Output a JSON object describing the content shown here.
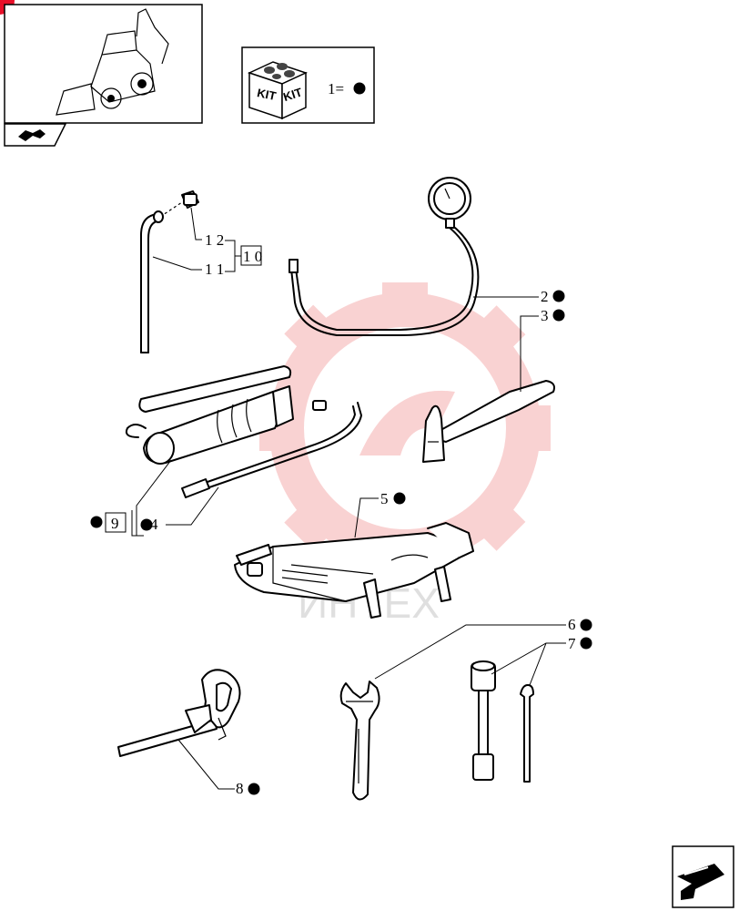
{
  "kit": {
    "box_text_left": "KIT",
    "box_text_right": "KIT",
    "legend_text": "1="
  },
  "labels": {
    "l12": "1 2",
    "l11": "1 1",
    "l10": "1 0",
    "l2": "2",
    "l3": "3",
    "l4": "4",
    "l5": "5",
    "l6": "6",
    "l7": "7",
    "l8": "8",
    "l9": "9"
  },
  "watermark": {
    "text": "ИНТЕХ",
    "color": "#f4a6a6"
  },
  "colors": {
    "corner_marker": "#e8102a",
    "ink": "#000000"
  },
  "icons": {
    "thumbnail": "backhoe-loader-icon",
    "nav_prev": "page-back-arrow-icon",
    "nav_next": "next-page-arrow-icon"
  }
}
